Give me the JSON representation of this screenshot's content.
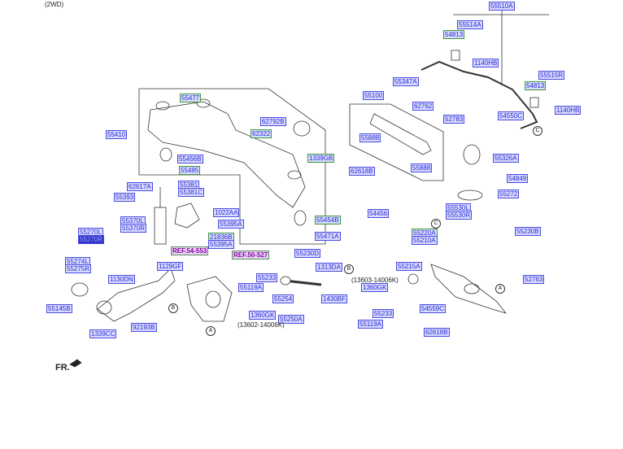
{
  "variant": "(2WD)",
  "labels": [
    "55510A",
    "55514A",
    "54813",
    "1140HB",
    "55515R",
    "54813",
    "1140HB",
    "54550C",
    "55347A",
    "62762",
    "55100",
    "52783",
    "55888",
    "55888",
    "62618B",
    "55326A",
    "54849",
    "55272",
    "55477",
    "55410",
    "62792B",
    "62322",
    "1339GB",
    "55456B",
    "55485",
    "62617A",
    "55381",
    "55381C",
    "55393",
    "1022AA",
    "55395A",
    "55370L",
    "55370R",
    "21836B",
    "55395A",
    "REF.54-553",
    "55270L",
    "55270R",
    "55274L",
    "55275R",
    "1129GF",
    "1130DN",
    "55145B",
    "1339CC",
    "92193B",
    "REF.50-527",
    "54456",
    "55454B",
    "55471A",
    "55230D",
    "1313DA",
    "55233",
    "55119A",
    "55254",
    "1360GK",
    "55250A",
    "1360GK",
    "55233",
    "55119A",
    "1430BF",
    "55530L",
    "55530R",
    "55220A",
    "55210A",
    "55230B",
    "55215A",
    "52763",
    "54559C",
    "62618B"
  ],
  "notes": [
    "(13602-14006K)",
    "(13603-14006K)"
  ],
  "markers": [
    "B",
    "A",
    "B",
    "C",
    "A",
    "C"
  ],
  "front_label": "FR."
}
